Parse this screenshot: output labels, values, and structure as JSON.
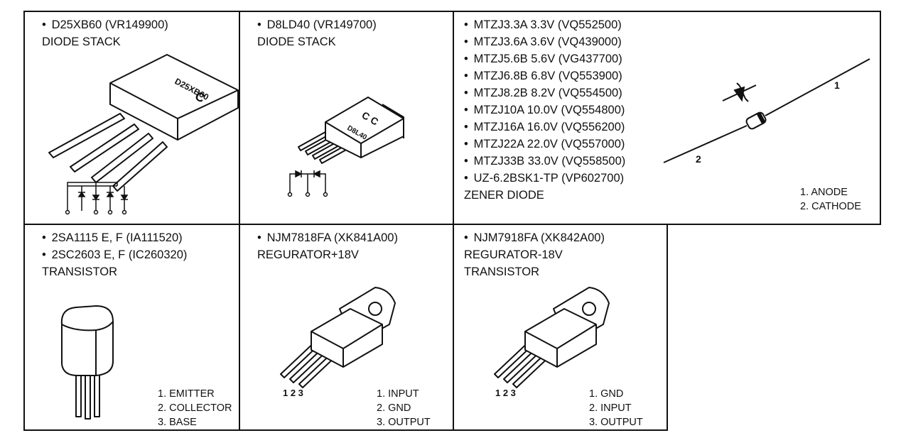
{
  "components": [
    {
      "id": "d25xb60",
      "lines": [
        {
          "bullet": true,
          "text": "D25XB60 (VR149900)"
        },
        {
          "bullet": false,
          "text": "DIODE STACK"
        }
      ],
      "package_marking": "D25XB60",
      "pins": []
    },
    {
      "id": "d8ld40",
      "lines": [
        {
          "bullet": true,
          "text": "D8LD40 (VR149700)"
        },
        {
          "bullet": false,
          "text": "DIODE STACK"
        }
      ],
      "package_marking": "D8L40",
      "pins": []
    },
    {
      "id": "zener",
      "lines": [
        {
          "bullet": true,
          "text": "MTZJ3.3A 3.3V (VQ552500)"
        },
        {
          "bullet": true,
          "text": "MTZJ3.6A 3.6V (VQ439000)"
        },
        {
          "bullet": true,
          "text": "MTZJ5.6B 5.6V (VG437700)"
        },
        {
          "bullet": true,
          "text": "MTZJ6.8B 6.8V (VQ553900)"
        },
        {
          "bullet": true,
          "text": "MTZJ8.2B 8.2V (VQ554500)"
        },
        {
          "bullet": true,
          "text": "MTZJ10A 10.0V (VQ554800)"
        },
        {
          "bullet": true,
          "text": "MTZJ16A 16.0V (VQ556200)"
        },
        {
          "bullet": true,
          "text": "MTZJ22A 22.0V (VQ557000)"
        },
        {
          "bullet": true,
          "text": "MTZJ33B 33.0V (VQ558500)"
        },
        {
          "bullet": true,
          "text": "UZ-6.2BSK1-TP (VP602700)"
        },
        {
          "bullet": false,
          "text": "ZENER DIODE"
        }
      ],
      "lead_labels": [
        "1",
        "2"
      ],
      "pins": [
        "1. ANODE",
        "2. CATHODE"
      ]
    },
    {
      "id": "transistor",
      "lines": [
        {
          "bullet": true,
          "text": "2SA1115 E, F (IA111520)"
        },
        {
          "bullet": true,
          "text": "2SC2603 E, F (IC260320)"
        },
        {
          "bullet": false,
          "text": "TRANSISTOR"
        }
      ],
      "pins": [
        "1. EMITTER",
        "2. COLLECTOR",
        "3. BASE"
      ]
    },
    {
      "id": "njm7818",
      "lines": [
        {
          "bullet": true,
          "text": "NJM7818FA (XK841A00)"
        },
        {
          "bullet": false,
          "text": "REGURATOR+18V"
        }
      ],
      "lead_numbers": "1 2 3",
      "pins": [
        "1. INPUT",
        "2. GND",
        "3. OUTPUT"
      ]
    },
    {
      "id": "njm7918",
      "lines": [
        {
          "bullet": true,
          "text": "NJM7918FA (XK842A00)"
        },
        {
          "bullet": false,
          "text": "REGURATOR-18V"
        },
        {
          "bullet": false,
          "text": "TRANSISTOR"
        }
      ],
      "lead_numbers": "1 2 3",
      "pins": [
        "1. GND",
        "2. INPUT",
        "3. OUTPUT"
      ]
    }
  ],
  "bullet_char": "•",
  "colors": {
    "ink": "#111111",
    "paper": "#ffffff"
  }
}
